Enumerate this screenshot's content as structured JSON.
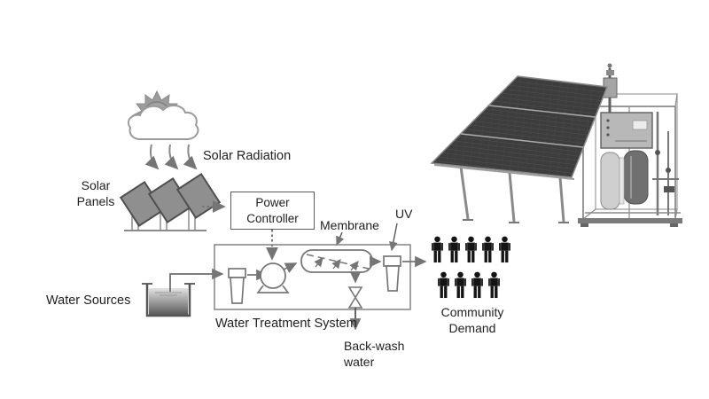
{
  "figure": {
    "description": "Schematic of a solar-powered membrane water treatment system, with a photo of the installed solar array and treatment skid"
  },
  "labels": {
    "solar_radiation": "Solar Radiation",
    "solar_panels": "Solar\nPanels",
    "power_controller": "Power\nController",
    "membrane": "Membrane",
    "uv": "UV",
    "water_sources": "Water Sources",
    "water_treatment_system": "Water Treatment System",
    "back_wash_water": "Back-wash\nwater",
    "community_demand": "Community\nDemand"
  },
  "community": {
    "rows": [
      5,
      4
    ]
  },
  "icons": [
    "sun-icon",
    "cloud-icon",
    "solar-panel-icon",
    "water-tank-icon",
    "filter-icon",
    "pump-icon",
    "membrane-icon",
    "valve-icon",
    "uv-filter-icon",
    "person-icon",
    "photo-solar-array",
    "photo-treatment-skid"
  ],
  "colors": {
    "diagram_line": "#7a7a7a",
    "text": "#1f1f1f",
    "solar_panel_fill": "#8f8f8f",
    "people": "#141414",
    "photo_panel": "#3d3d3d"
  }
}
